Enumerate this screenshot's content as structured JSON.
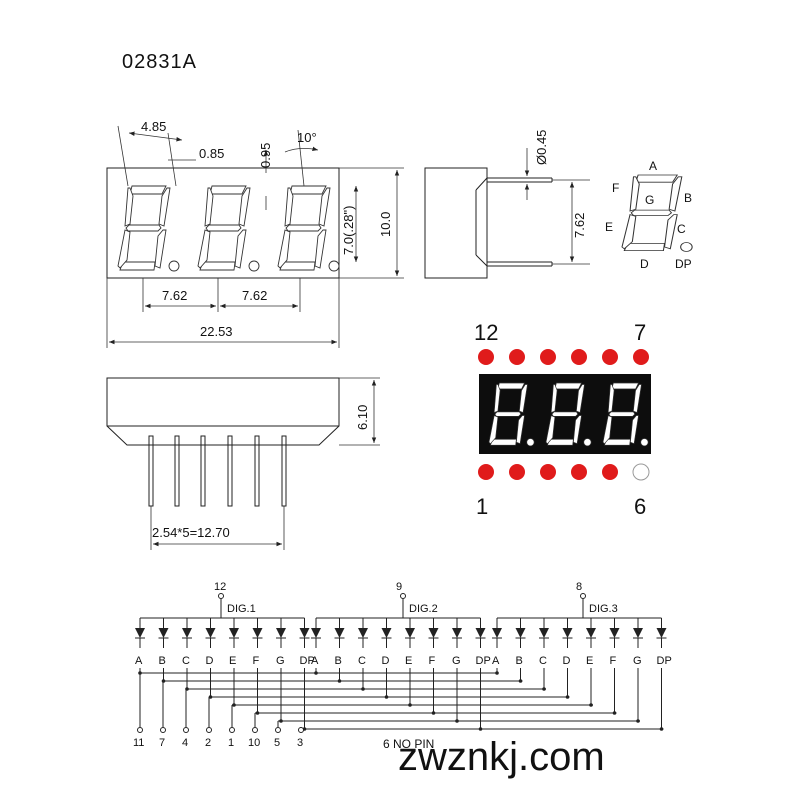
{
  "part_number": "02831A",
  "dims": {
    "d_485": "4.85",
    "d_085": "0.85",
    "d_095": "0.95",
    "angle": "10°",
    "d_762a": "7.62",
    "d_762b": "7.62",
    "d_2253": "22.53",
    "d_height_char": "7.0(.28\")",
    "d_100": "10.0",
    "d_pin_dia": "Ø0.45",
    "d_side_762": "7.62",
    "d_610": "6.10",
    "d_pitch": "2.54*5=12.70"
  },
  "segment_labels": [
    "A",
    "B",
    "C",
    "D",
    "E",
    "F",
    "G",
    "DP"
  ],
  "top_pins": {
    "left": "12",
    "right": "7"
  },
  "bottom_pins": {
    "left": "1",
    "right": "6"
  },
  "colors": {
    "pin_dot": "#e01b1b",
    "display_body": "#0d0d0d"
  },
  "schematic": {
    "common_pins": [
      {
        "pin": "12",
        "label": "DIG.1"
      },
      {
        "pin": "9",
        "label": "DIG.2"
      },
      {
        "pin": "8",
        "label": "DIG.3"
      }
    ],
    "segment_pins": [
      "11",
      "7",
      "4",
      "2",
      "1",
      "10",
      "5",
      "3"
    ],
    "note": "6 NO PIN"
  },
  "watermark": "zwznkj.com"
}
